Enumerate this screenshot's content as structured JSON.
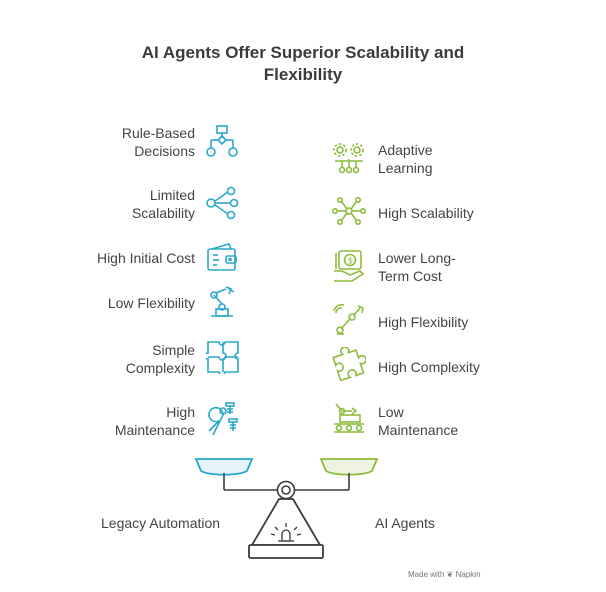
{
  "title_line1": "AI Agents Offer Superior Scalability and",
  "title_line2": "Flexibility",
  "colors": {
    "left": "#2aa7cc",
    "right": "#8cbc3c",
    "scale": "#3c3c3c"
  },
  "left_items": [
    {
      "line1": "Rule-Based",
      "line2": "Decisions",
      "icon": "flowchart-icon"
    },
    {
      "line1": "Limited",
      "line2": "Scalability",
      "icon": "network-nodes-icon"
    },
    {
      "line1": "High Initial Cost",
      "line2": "",
      "icon": "wallet-icon"
    },
    {
      "line1": "Low Flexibility",
      "line2": "",
      "icon": "robot-arm-icon"
    },
    {
      "line1": "Simple",
      "line2": "Complexity",
      "icon": "puzzle-icon"
    },
    {
      "line1": "High",
      "line2": "Maintenance",
      "icon": "wrench-bolts-icon"
    }
  ],
  "right_items": [
    {
      "line1": "Adaptive",
      "line2": "Learning",
      "icon": "gears-circuit-icon"
    },
    {
      "line1": "High Scalability",
      "line2": "",
      "icon": "hub-network-icon"
    },
    {
      "line1": "Lower Long-",
      "line2": "Term Cost",
      "icon": "money-hand-icon"
    },
    {
      "line1": "High Flexibility",
      "line2": "",
      "icon": "wireless-robot-arm-icon"
    },
    {
      "line1": "High Complexity",
      "line2": "",
      "icon": "puzzle-piece-icon"
    },
    {
      "line1": "Low",
      "line2": "Maintenance",
      "icon": "conveyor-robot-icon"
    }
  ],
  "footer_left": "Legacy Automation",
  "footer_right": "AI Agents",
  "watermark": "Made with ❦ Napkin"
}
